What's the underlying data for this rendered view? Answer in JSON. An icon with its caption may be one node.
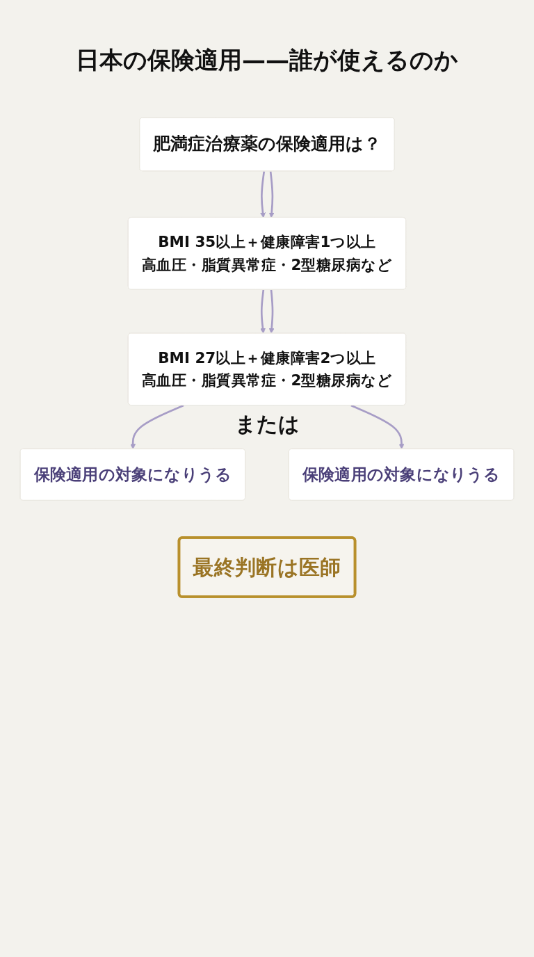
{
  "diagram": {
    "title": "日本の保険適用——誰が使えるのか",
    "nodes": [
      {
        "text": [
          "肥満症治療薬の保険適用は？"
        ]
      },
      {
        "text": [
          "BMI 35以上＋健康障害1つ以上",
          "高血圧・脂質異常症・2型糖尿病など"
        ]
      },
      {
        "text": [
          "BMI 27以上＋健康障害2つ以上",
          "高血圧・脂質異常症・2型糖尿病など"
        ]
      },
      {
        "text": [
          "保険適用の対象になりうる"
        ]
      },
      {
        "text": [
          "保険適用の対象になりうる"
        ]
      },
      {
        "text": [
          "最終判断は医師"
        ]
      }
    ],
    "edges": [
      {
        "from": 0,
        "to": 1,
        "arrow": "to"
      },
      {
        "from": 0,
        "to": 1,
        "arrow": "to"
      },
      {
        "from": 1,
        "to": 2,
        "arrow": "to"
      },
      {
        "from": 1,
        "to": 2,
        "arrow": "to"
      },
      {
        "from": 2,
        "to": 3,
        "arrow": "to"
      },
      {
        "from": 2,
        "to": 4,
        "arrow": "to"
      }
    ],
    "labels": [
      "または"
    ]
  }
}
